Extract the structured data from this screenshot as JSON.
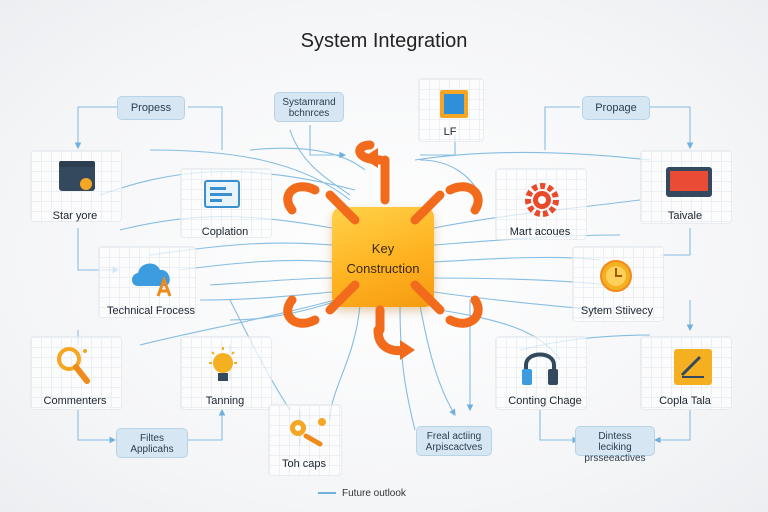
{
  "title": "System Integration",
  "hub": {
    "line1": "Key",
    "line2": "Construction"
  },
  "pills": {
    "propess": "Propess",
    "systemand": "Systamrand bchnrces",
    "propage": "Propage",
    "filtes": "Filtes Applicahs",
    "freal": "Freal actiing Arpiscactves",
    "dintess": "Dintess leciking prsseeactives"
  },
  "labels": {
    "lf": "LF",
    "staryore": "Star yore",
    "coplation": "Coplation",
    "technical": "Technical Frocess",
    "mart": "Mart acoues",
    "taivale": "Taivale",
    "system_stivecy": "Sytem Stiivecy",
    "commenters": "Commenters",
    "tanning": "Tanning",
    "tch_caps": "Toh caps",
    "conting": "Conting Chage",
    "copla": "Copla Tala"
  },
  "legend": "Future outlook",
  "colors": {
    "hub": "#ffb321",
    "arrow": "#f26a1b",
    "link": "#86bde3",
    "pill": "#d6e7f3"
  }
}
